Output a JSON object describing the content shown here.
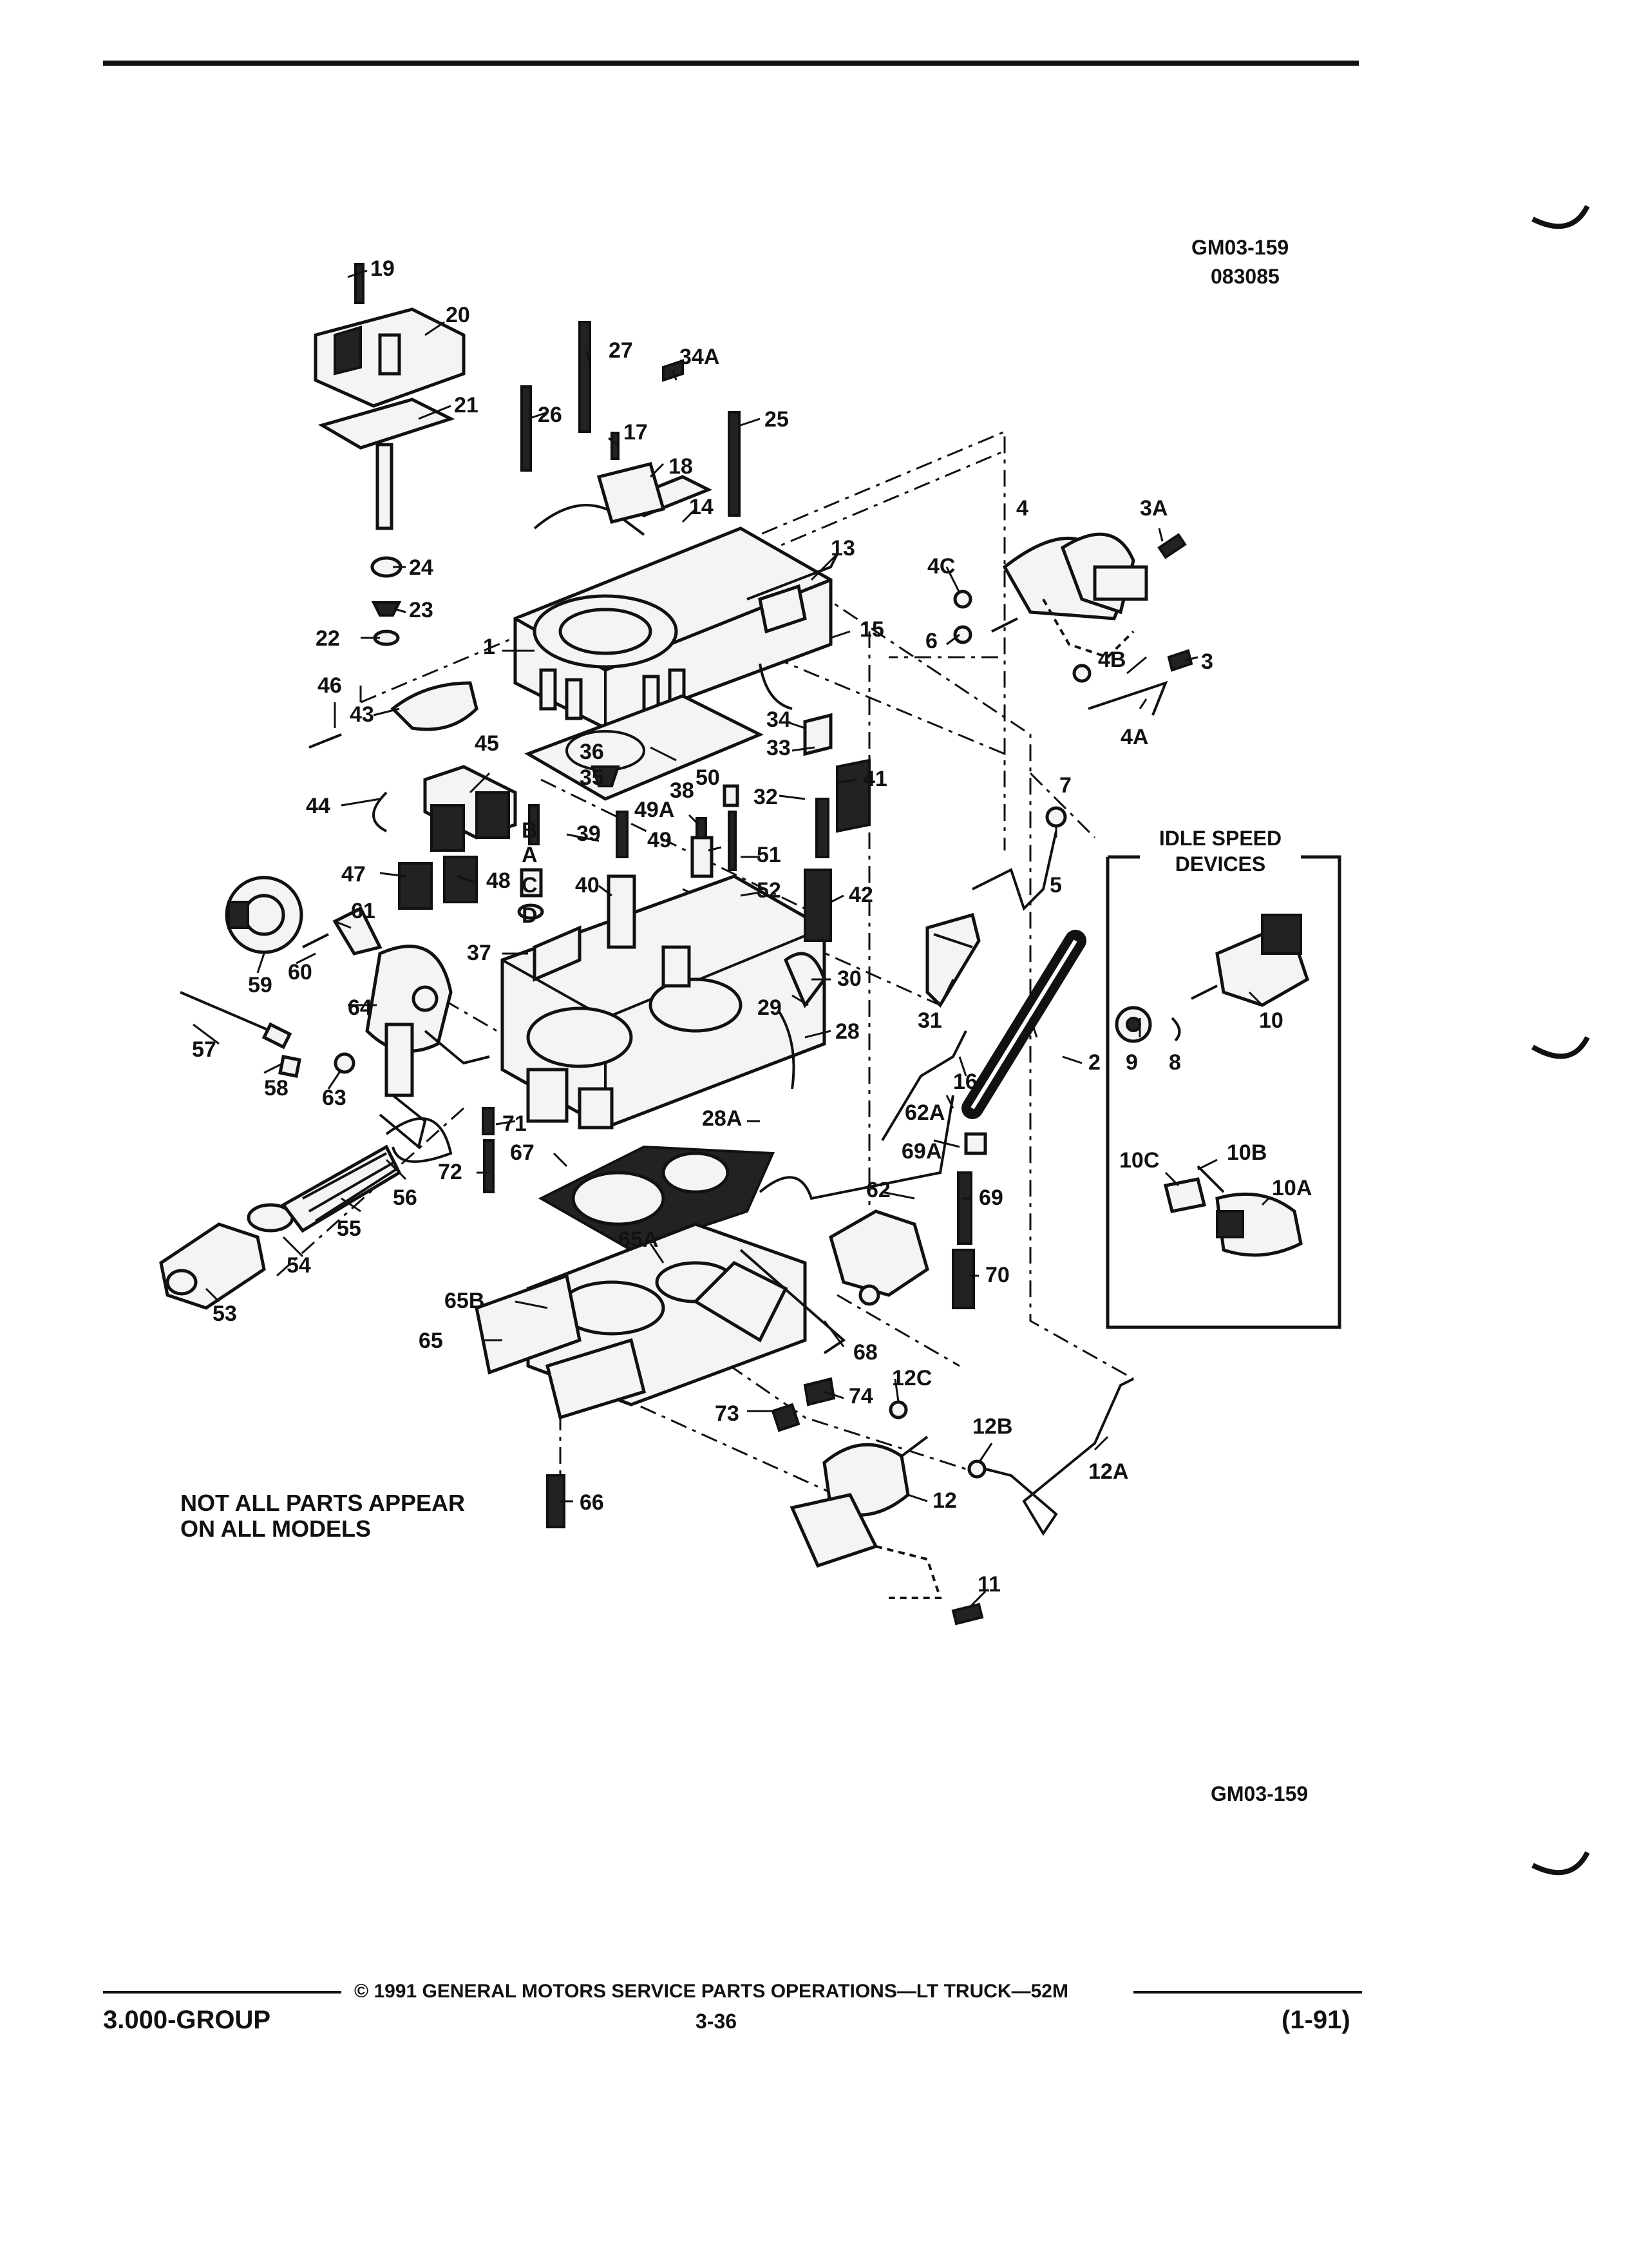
{
  "header": {
    "code": "GM03-159",
    "date_code": "083085"
  },
  "idle_speed_box": {
    "title_line1": "IDLE SPEED",
    "title_line2": "DEVICES"
  },
  "note": {
    "line1": "NOT ALL PARTS APPEAR",
    "line2": "ON ALL MODELS"
  },
  "figure_id": "GM03-159",
  "footer": {
    "copyright": "© 1991 GENERAL MOTORS SERVICE PARTS OPERATIONS—LT TRUCK—52M",
    "group": "3.000-GROUP",
    "page": "3-36",
    "date": "(1-91)"
  },
  "callouts": [
    "19",
    "20",
    "21",
    "24",
    "23",
    "22",
    "46",
    "43",
    "44",
    "45",
    "47",
    "48",
    "27",
    "26",
    "17",
    "18",
    "34A",
    "25",
    "14",
    "13",
    "15",
    "1",
    "36",
    "35",
    "38",
    "34",
    "33",
    "50",
    "32",
    "41",
    "49A",
    "49",
    "51",
    "52",
    "42",
    "B",
    "A",
    "C",
    "D",
    "39",
    "40",
    "37",
    "30",
    "29",
    "28",
    "31",
    "16",
    "28A",
    "2",
    "62A",
    "69A",
    "69",
    "62",
    "70",
    "4",
    "3A",
    "4C",
    "6",
    "4B",
    "3",
    "4A",
    "7",
    "5",
    "10",
    "9",
    "8",
    "10B",
    "10C",
    "10A",
    "59",
    "60",
    "61",
    "64",
    "57",
    "58",
    "63",
    "71",
    "72",
    "67",
    "56",
    "55",
    "54",
    "53",
    "65A",
    "65B",
    "65",
    "68",
    "12C",
    "12B",
    "74",
    "73",
    "12",
    "12A",
    "11",
    "66"
  ]
}
